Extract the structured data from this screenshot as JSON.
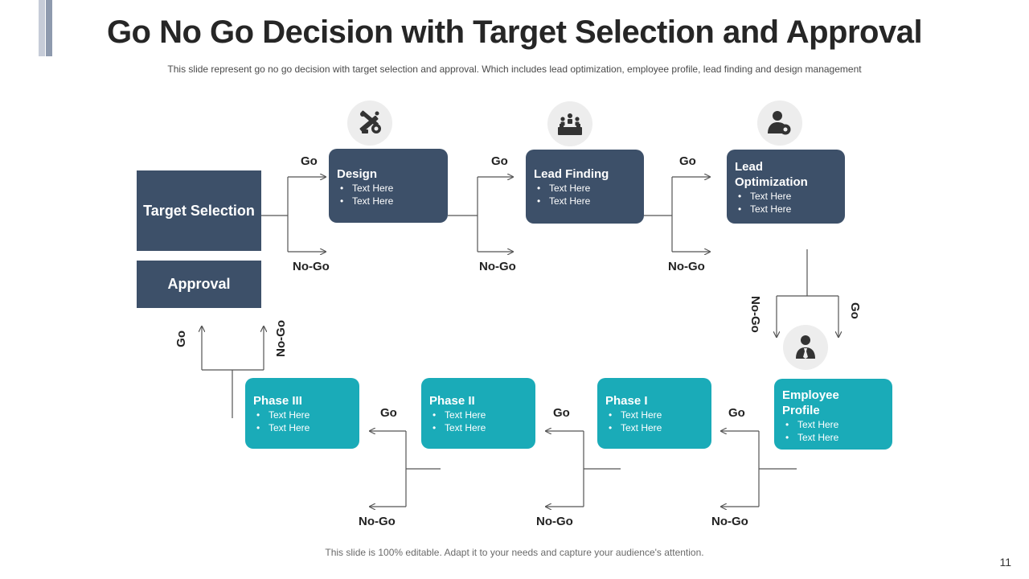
{
  "header": {
    "title": "Go No Go Decision with Target Selection and Approval",
    "subtitle": "This slide represent go no go decision with target selection and approval.  Which includes lead optimization, employee profile, lead finding and design management"
  },
  "footer": {
    "note": "This slide is 100% editable. Adapt it to your needs and capture your audience's attention.",
    "page_number": "11"
  },
  "boxes": {
    "target_selection": "Target Selection",
    "approval": "Approval"
  },
  "nodes": {
    "design": {
      "title": "Design",
      "bullets": [
        "Text Here",
        "Text Here"
      ]
    },
    "lead_finding": {
      "title": "Lead Finding",
      "bullets": [
        "Text Here",
        "Text Here"
      ]
    },
    "lead_optimization": {
      "title": "Lead Optimization",
      "bullets": [
        "Text Here",
        "Text Here"
      ]
    },
    "employee_profile": {
      "title": "Employee Profile",
      "bullets": [
        "Text Here",
        "Text Here"
      ]
    },
    "phase_1": {
      "title": "Phase I",
      "bullets": [
        "Text Here",
        "Text Here"
      ]
    },
    "phase_2": {
      "title": "Phase II",
      "bullets": [
        "Text Here",
        "Text Here"
      ]
    },
    "phase_3": {
      "title": "Phase III",
      "bullets": [
        "Text Here",
        "Text Here"
      ]
    }
  },
  "labels": {
    "go": "Go",
    "no_go": "No-Go"
  },
  "icons": {
    "design": "design-tools-icon",
    "lead_finding": "podium-team-icon",
    "lead_optimization": "user-gear-icon",
    "employee_profile": "businessman-icon"
  },
  "colors": {
    "dark_box": "#3d5069",
    "teal_box": "#1aabb8",
    "icon_circle": "#ededed",
    "connector": "#555555"
  }
}
